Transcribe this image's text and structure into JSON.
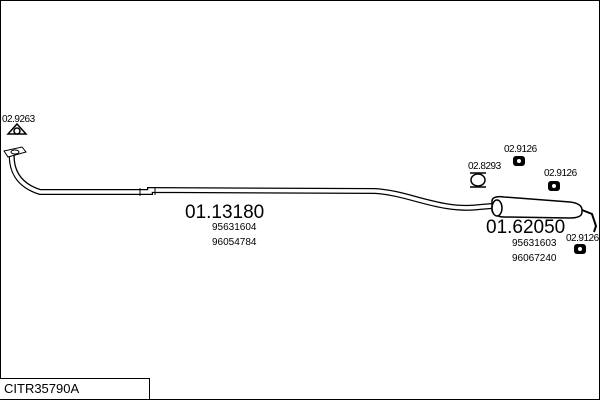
{
  "assembly_code": "CITR35790A",
  "parts": {
    "gasket_front": "02.9263",
    "front_pipe": {
      "number": "01.13180",
      "oem": [
        "95631604",
        "96054784"
      ]
    },
    "rear_silencer": {
      "number": "01.62050",
      "oem": [
        "95631603",
        "96067240"
      ]
    },
    "clamp": "02.8293",
    "hanger_1": "02.9126",
    "hanger_2": "02.9126",
    "hanger_3": "02.9126"
  }
}
